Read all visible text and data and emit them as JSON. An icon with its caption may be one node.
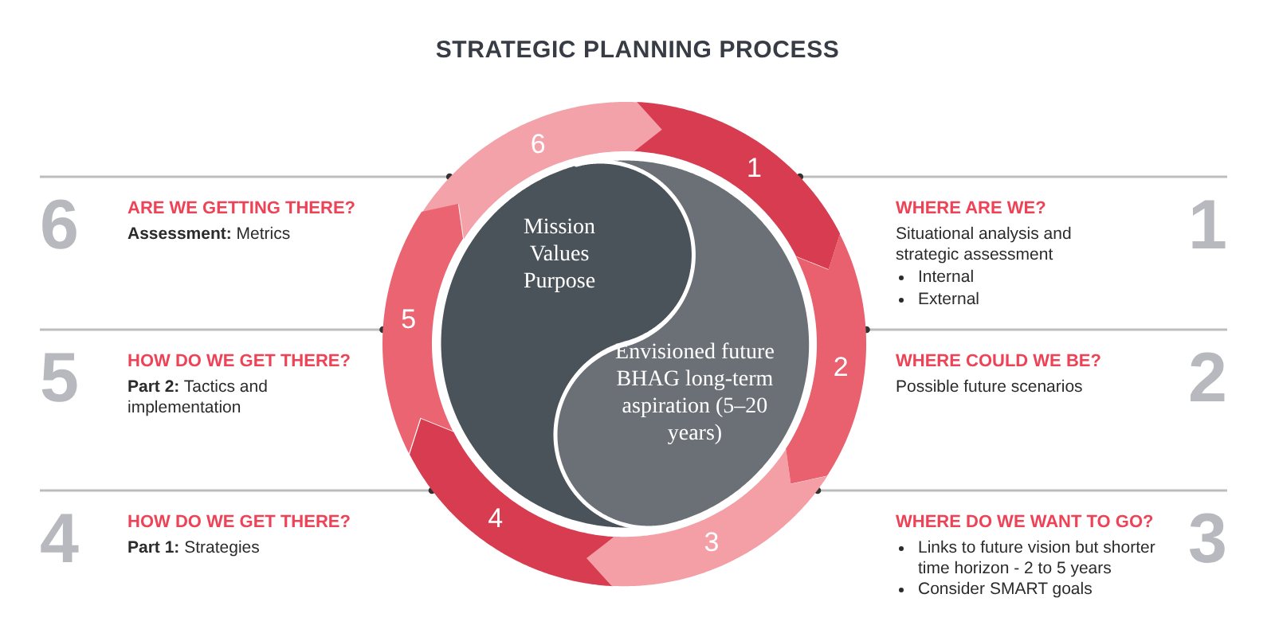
{
  "diagram": {
    "title": "STRATEGIC PLANNING PROCESS",
    "nodes": [
      {
        "text": [
          "ARE WE GETTING THERE?",
          "**Assessment:** Metrics"
        ],
        "beside": [
          "6"
        ]
      },
      {
        "text": [
          "6"
        ]
      },
      {
        "text": [
          "1"
        ]
      },
      {
        "text": [
          "WHERE ARE WE?",
          "Situational analysis and strategic assessment",
          "Internal",
          "External"
        ],
        "beside": [
          "1"
        ]
      },
      {
        "text": [
          "Mission Values Purpose"
        ]
      },
      {
        "text": [
          "HOW DO WE GET THERE?",
          "**Part 2:** Tactics and implementation"
        ],
        "beside": [
          "5"
        ]
      },
      {
        "text": [
          "5"
        ]
      },
      {
        "text": [
          "2"
        ]
      },
      {
        "text": [
          "WHERE COULD WE BE?",
          "Possible future scenarios"
        ],
        "beside": [
          "2"
        ]
      },
      {
        "text": [
          "Envisioned future BHAG long-term aspiration (5–20 years)"
        ]
      },
      {
        "text": [
          "HOW DO WE GET THERE?",
          "**Part 1:** Strategies"
        ],
        "beside": [
          "4"
        ]
      },
      {
        "text": [
          "4"
        ]
      },
      {
        "text": [
          "3"
        ]
      },
      {
        "text": [
          "WHERE DO WE WANT TO GO?",
          "Links to future vision but shorter time horizon - 2 to 5 years",
          "Consider SMART goals"
        ],
        "beside": [
          "3"
        ]
      }
    ],
    "edges": [
      {
        "from": 0,
        "to": 1,
        "arrow": "other"
      },
      {
        "from": 3,
        "to": 2,
        "arrow": "other"
      },
      {
        "from": 5,
        "to": 6,
        "arrow": "other"
      },
      {
        "from": 8,
        "to": 7,
        "arrow": "other"
      },
      {
        "from": 10,
        "to": 11,
        "arrow": "other"
      },
      {
        "from": 13,
        "to": 12,
        "arrow": "other"
      }
    ]
  }
}
